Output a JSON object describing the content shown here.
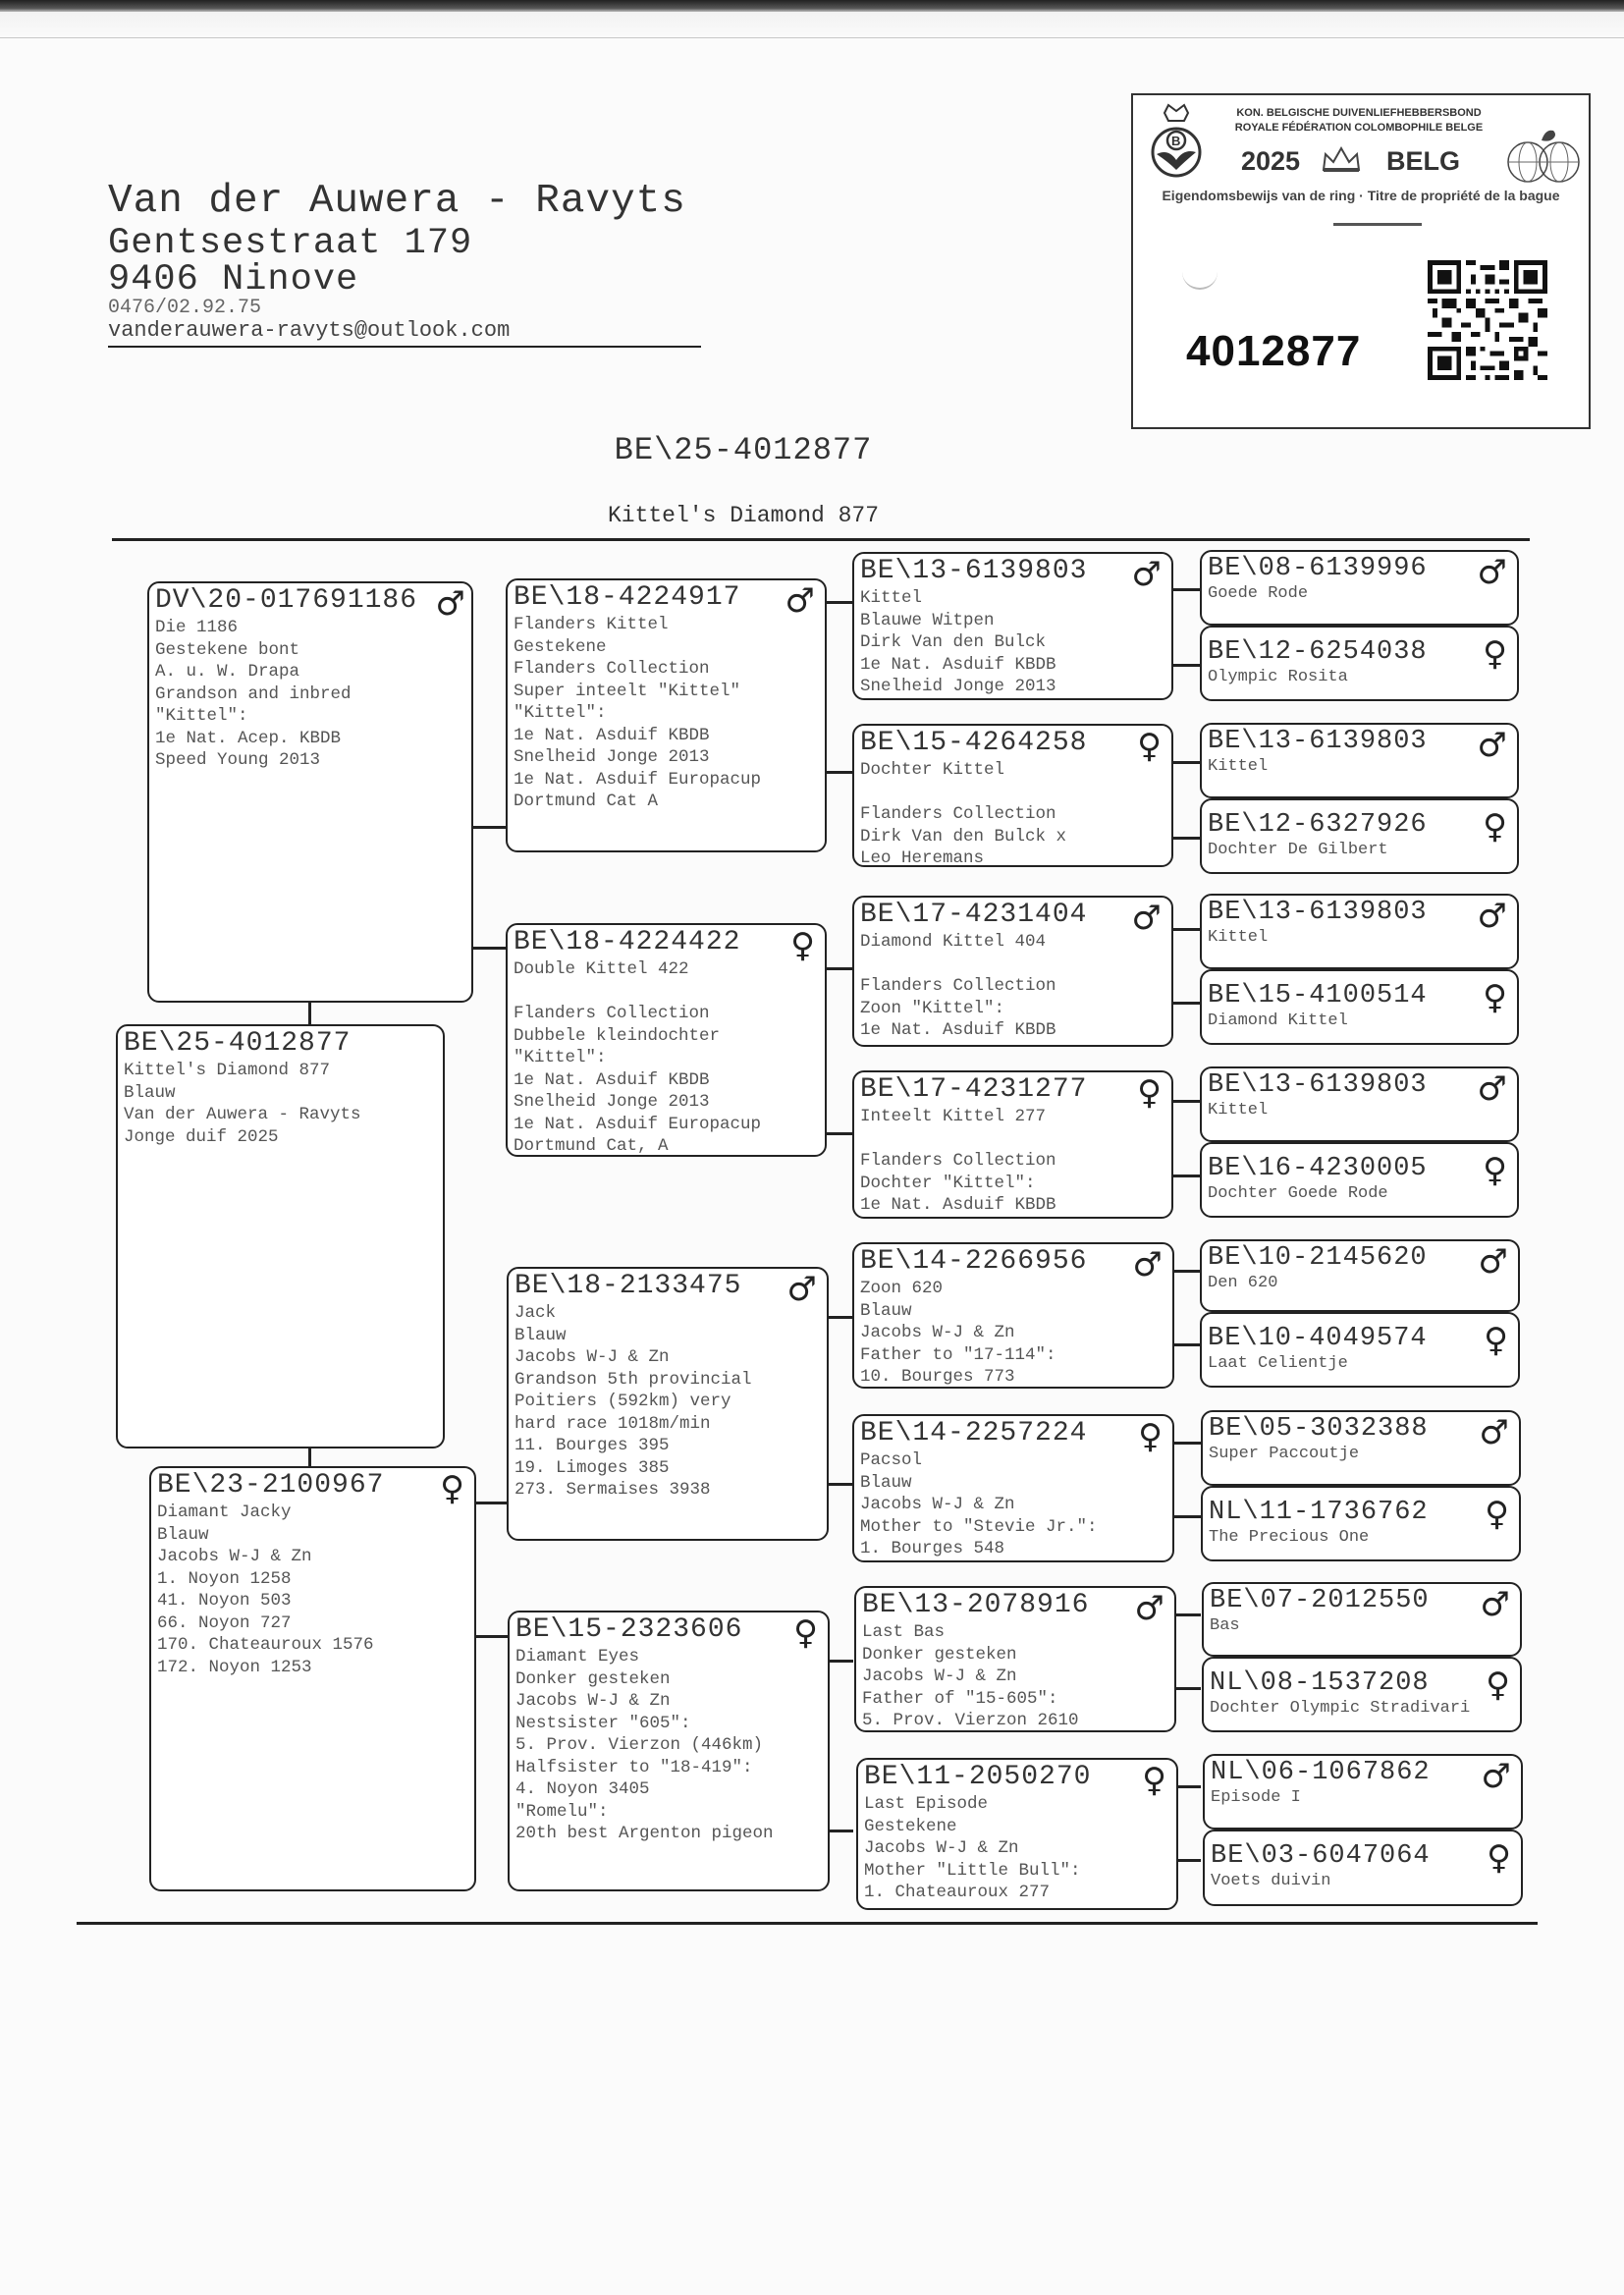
{
  "owner": {
    "name": "Van der Auwera - Ravyts",
    "street": "Gentsestraat 179",
    "city": "9406 Ninove",
    "phone": "0476/02.92.75",
    "email": "vanderauwera-ravyts@outlook.com"
  },
  "ring_card": {
    "org_nl": "KON. BELGISCHE DUIVENLIEFHEBBERSBOND",
    "org_fr": "ROYALE FÉDÉRATION COLOMBOPHILE BELGE",
    "year": "2025",
    "country": "BELG",
    "subtitle": "Eigendomsbewijs van de ring · Titre de propriété de la bague",
    "ring_number": "4012877",
    "logo_left": "kbdb-b-logo-icon",
    "logo_right": "fci-globe-pigeon-icon",
    "crown": "crown-icon",
    "qr": "qr-code-icon"
  },
  "pedigree": {
    "ring": "BE\\25-4012877",
    "name": "Kittel's Diamond 877"
  },
  "pigeons": {
    "subject": {
      "ring": "BE\\25-4012877",
      "sex": "",
      "lines": [
        "Kittel's Diamond 877",
        "Blauw",
        "Van der Auwera - Ravyts",
        "Jonge duif 2025"
      ]
    },
    "sire": {
      "ring": "DV\\20-017691186",
      "sex": "♂",
      "lines": [
        "Die 1186",
        "Gestekene bont",
        "A. u. W. Drapa",
        "Grandson and inbred",
        "\"Kittel\":",
        "1e Nat. Acep. KBDB",
        "Speed Young 2013"
      ]
    },
    "dam": {
      "ring": "BE\\23-2100967",
      "sex": "♀",
      "lines": [
        "Diamant Jacky",
        "Blauw",
        "Jacobs W-J & Zn",
        "1. Noyon 1258",
        "41. Noyon 503",
        "66. Noyon 727",
        "170. Chateauroux 1576",
        "172. Noyon 1253"
      ]
    },
    "ss": {
      "ring": "BE\\18-4224917",
      "sex": "♂",
      "lines": [
        "Flanders Kittel",
        "Gestekene",
        "Flanders Collection",
        "Super inteelt \"Kittel\"",
        "\"Kittel\":",
        "1e Nat. Asduif KBDB",
        "Snelheid Jonge 2013",
        "1e Nat. Asduif Europacup",
        "Dortmund Cat A"
      ]
    },
    "sd": {
      "ring": "BE\\18-4224422",
      "sex": "♀",
      "lines": [
        "Double Kittel 422",
        "",
        "Flanders Collection",
        "Dubbele kleindochter",
        "\"Kittel\":",
        "1e Nat. Asduif KBDB",
        "Snelheid Jonge 2013",
        "1e Nat. Asduif Europacup",
        "Dortmund Cat, A"
      ]
    },
    "ds": {
      "ring": "BE\\18-2133475",
      "sex": "♂",
      "lines": [
        "Jack",
        "Blauw",
        "Jacobs W-J & Zn",
        "Grandson 5th provincial",
        "Poitiers (592km) very",
        "hard race 1018m/min",
        "11. Bourges 395",
        "19. Limoges 385",
        "273. Sermaises 3938"
      ]
    },
    "dd": {
      "ring": "BE\\15-2323606",
      "sex": "♀",
      "lines": [
        "Diamant Eyes",
        "Donker gesteken",
        "Jacobs W-J & Zn",
        "Nestsister \"605\":",
        "5. Prov. Vierzon (446km)",
        "Halfsister to \"18-419\":",
        "4. Noyon 3405",
        "\"Romelu\":",
        "20th best Argenton pigeon"
      ]
    },
    "sss": {
      "ring": "BE\\13-6139803",
      "sex": "♂",
      "lines": [
        "Kittel",
        "Blauwe Witpen",
        "Dirk Van den Bulck",
        "1e Nat. Asduif KBDB",
        "Snelheid Jonge 2013"
      ]
    },
    "ssd": {
      "ring": "BE\\15-4264258",
      "sex": "♀",
      "lines": [
        "Dochter Kittel",
        "",
        "Flanders Collection",
        "Dirk Van den Bulck x",
        "Leo Heremans"
      ]
    },
    "sds": {
      "ring": "BE\\17-4231404",
      "sex": "♂",
      "lines": [
        "Diamond Kittel 404",
        "",
        "Flanders Collection",
        "Zoon \"Kittel\":",
        "1e Nat. Asduif KBDB"
      ]
    },
    "sdd": {
      "ring": "BE\\17-4231277",
      "sex": "♀",
      "lines": [
        "Inteelt Kittel 277",
        "",
        "Flanders Collection",
        "Dochter \"Kittel\":",
        "1e Nat. Asduif KBDB"
      ]
    },
    "dss": {
      "ring": "BE\\14-2266956",
      "sex": "♂",
      "lines": [
        "Zoon 620",
        "Blauw",
        "Jacobs W-J & Zn",
        "Father to \"17-114\":",
        "10. Bourges 773"
      ]
    },
    "dsd": {
      "ring": "BE\\14-2257224",
      "sex": "♀",
      "lines": [
        "Pacsol",
        "Blauw",
        "Jacobs W-J & Zn",
        "Mother to \"Stevie Jr.\":",
        "1. Bourges 548"
      ]
    },
    "dds": {
      "ring": "BE\\13-2078916",
      "sex": "♂",
      "lines": [
        "Last Bas",
        "Donker gesteken",
        "Jacobs W-J & Zn",
        "Father of \"15-605\":",
        "5. Prov. Vierzon 2610"
      ]
    },
    "ddd": {
      "ring": "BE\\11-2050270",
      "sex": "♀",
      "lines": [
        "Last Episode",
        "Gestekene",
        "Jacobs W-J & Zn",
        "Mother \"Little Bull\":",
        "1. Chateauroux 277"
      ]
    },
    "g4": [
      {
        "ring": "BE\\08-6139996",
        "sex": "♂",
        "name": "Goede Rode"
      },
      {
        "ring": "BE\\12-6254038",
        "sex": "♀",
        "name": "Olympic Rosita"
      },
      {
        "ring": "BE\\13-6139803",
        "sex": "♂",
        "name": "Kittel"
      },
      {
        "ring": "BE\\12-6327926",
        "sex": "♀",
        "name": "Dochter De Gilbert"
      },
      {
        "ring": "BE\\13-6139803",
        "sex": "♂",
        "name": "Kittel"
      },
      {
        "ring": "BE\\15-4100514",
        "sex": "♀",
        "name": "Diamond Kittel"
      },
      {
        "ring": "BE\\13-6139803",
        "sex": "♂",
        "name": "Kittel"
      },
      {
        "ring": "BE\\16-4230005",
        "sex": "♀",
        "name": "Dochter Goede Rode"
      },
      {
        "ring": "BE\\10-2145620",
        "sex": "♂",
        "name": "Den 620"
      },
      {
        "ring": "BE\\10-4049574",
        "sex": "♀",
        "name": "Laat Celientje"
      },
      {
        "ring": "BE\\05-3032388",
        "sex": "♂",
        "name": "Super Paccoutje"
      },
      {
        "ring": "NL\\11-1736762",
        "sex": "♀",
        "name": "The Precious One"
      },
      {
        "ring": "BE\\07-2012550",
        "sex": "♂",
        "name": "Bas"
      },
      {
        "ring": "NL\\08-1537208",
        "sex": "♀",
        "name": "Dochter Olympic Stradivari"
      },
      {
        "ring": "NL\\06-1067862",
        "sex": "♂",
        "name": "Episode I"
      },
      {
        "ring": "BE\\03-6047064",
        "sex": "♀",
        "name": "Voets duivin"
      }
    ]
  }
}
